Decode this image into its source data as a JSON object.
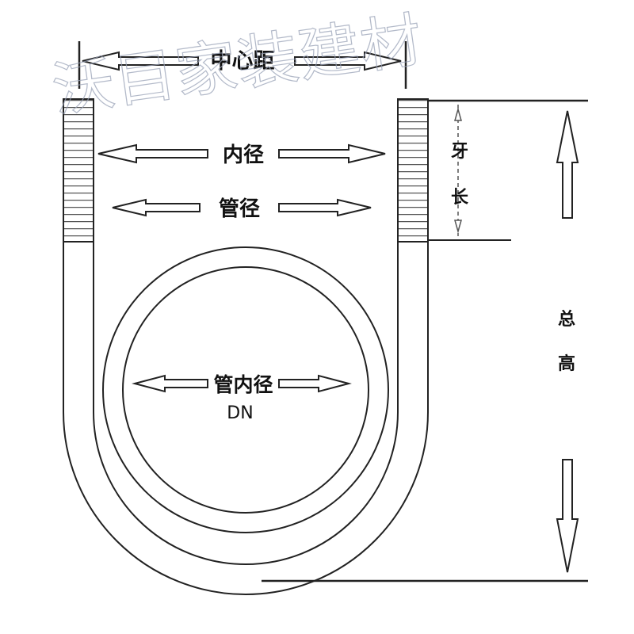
{
  "watermark": "沃目家装建材",
  "labels": {
    "center_distance": "中心距",
    "inner_diameter": "内径",
    "pipe_diameter": "管径",
    "pipe_inner_diameter": "管内径",
    "dn": "DN",
    "thread_length_1": "牙",
    "thread_length_2": "长",
    "total_height_1": "总",
    "total_height_2": "高"
  },
  "colors": {
    "line": "#222222",
    "arrow_fill": "#ffffff",
    "watermark": "#9aa3b8"
  }
}
